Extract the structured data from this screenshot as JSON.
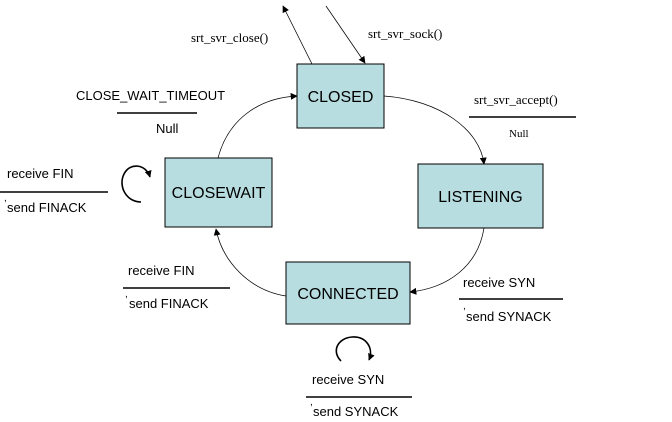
{
  "states": {
    "closed": "CLOSED",
    "listening": "LISTENING",
    "connected": "CONNECTED",
    "closewait": "CLOSEWAIT"
  },
  "labels": {
    "srt_svr_close": "srt_svr_close()",
    "srt_svr_sock": "srt_svr_sock()",
    "accept_event": "srt_svr_accept()",
    "accept_action": "Null",
    "timeout_event": "CLOSE_WAIT_TIMEOUT",
    "timeout_action": "Null",
    "closewait_self_event": "receive FIN",
    "closewait_self_action": "send FINACK",
    "connected_to_closewait_event": "receive FIN",
    "connected_to_closewait_action": "send FINACK",
    "listening_to_connected_event": "receive SYN",
    "listening_to_connected_action": "send SYNACK",
    "connected_self_event": "receive SYN",
    "connected_self_action": "send SYNACK",
    "separator": ","
  },
  "colors": {
    "state_fill": "#b7dde0",
    "stroke": "#000000",
    "background": "#ffffff"
  }
}
